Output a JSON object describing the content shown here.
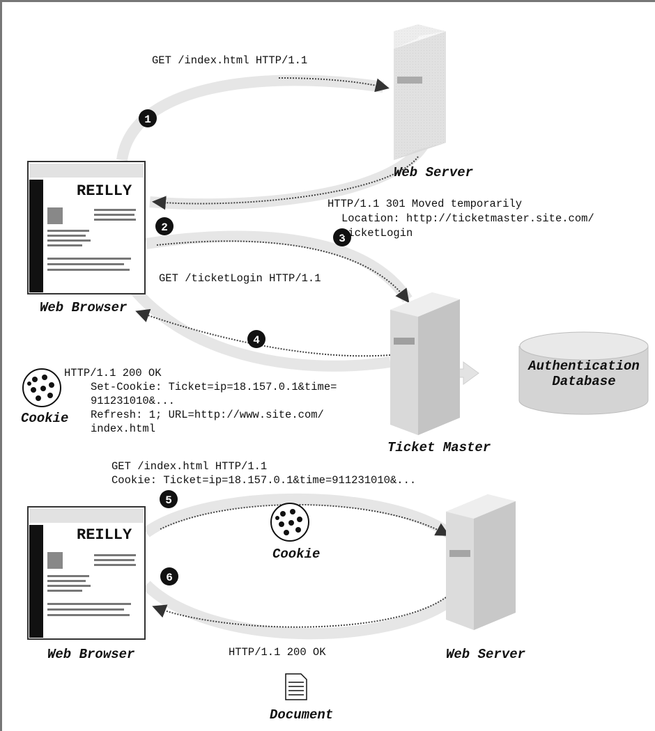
{
  "nodes": {
    "web_server_top": "Web Server",
    "web_browser_top": "Web Browser",
    "ticket_master": "Ticket Master",
    "auth_db_line1": "Authentication",
    "auth_db_line2": "Database",
    "cookie_left": "Cookie",
    "web_browser_bottom": "Web Browser",
    "web_server_bottom": "Web Server",
    "cookie_mid": "Cookie",
    "document": "Document"
  },
  "browser_logo": "REILLY",
  "steps": [
    "1",
    "2",
    "3",
    "4",
    "5",
    "6"
  ],
  "messages": {
    "m1": "GET /index.html HTTP/1.1",
    "m2_line1": "HTTP/1.1 301 Moved temporarily",
    "m2_line2": "Location: http://ticketmaster.site.com/",
    "m2_line3": "ticketLogin",
    "m3": "GET /ticketLogin HTTP/1.1",
    "m4_line1": "HTTP/1.1 200 OK",
    "m4_line2": "Set-Cookie: Ticket=ip=18.157.0.1&time=",
    "m4_line3": "911231010&...",
    "m4_line4": "Refresh: 1; URL=http://www.site.com/",
    "m4_line5": "index.html",
    "m5_line1": "GET /index.html HTTP/1.1",
    "m5_line2": "Cookie: Ticket=ip=18.157.0.1&time=911231010&...",
    "m6": "HTTP/1.1 200 OK"
  }
}
